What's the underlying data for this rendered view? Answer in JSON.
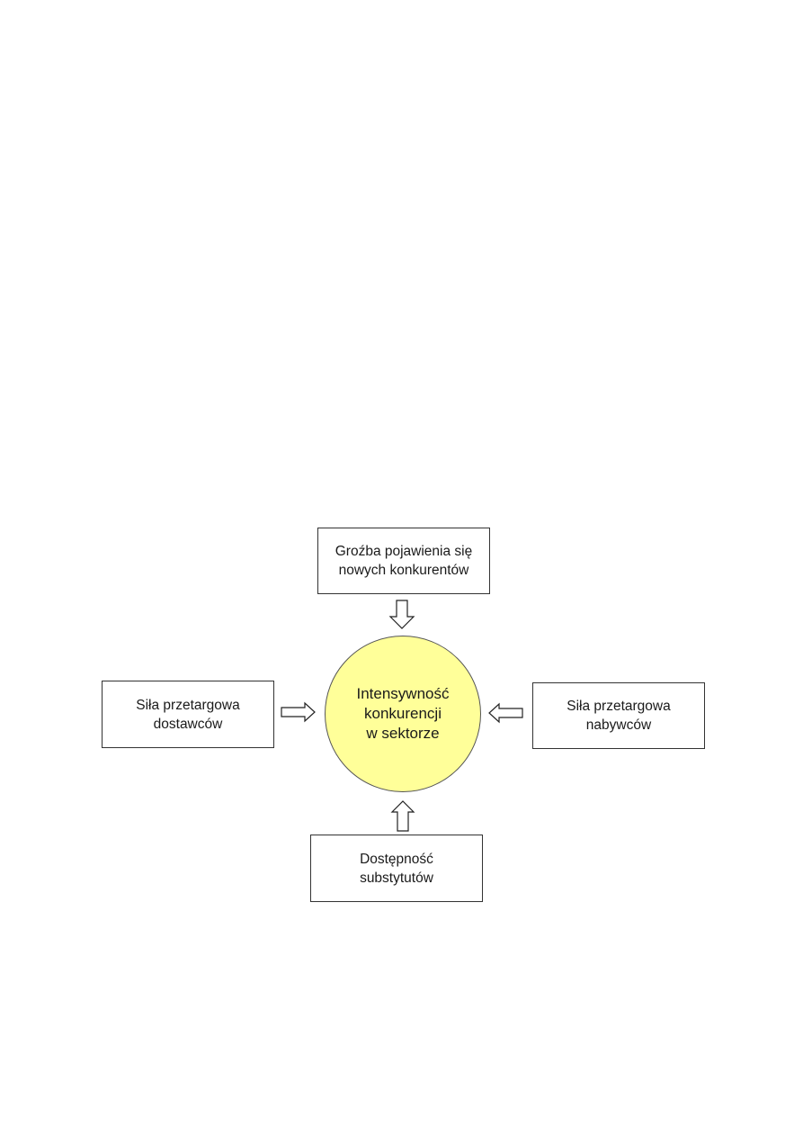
{
  "diagram": {
    "center": {
      "label": "Intensywność\nkonkurencji\nw sektorze",
      "fill_color": "#ffff99"
    },
    "top_box": {
      "label": "Groźba pojawienia się\nnowych konkurentów"
    },
    "left_box": {
      "label": "Siła przetargowa\ndostawców"
    },
    "right_box": {
      "label": "Siła przetargowa\nnabywców"
    },
    "bottom_box": {
      "label": "Dostępność\nsubstytutów"
    },
    "arrows": {
      "direction": "toward-center",
      "style": "hollow-block-arrow",
      "stroke_color": "#222222"
    }
  }
}
